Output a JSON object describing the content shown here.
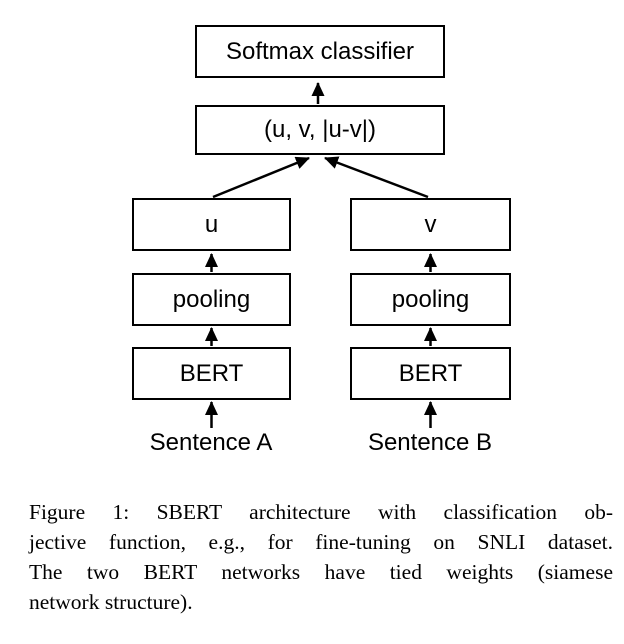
{
  "diagram": {
    "boxes": {
      "softmax": "Softmax classifier",
      "concat": "(u, v, |u-v|)",
      "u": "u",
      "v": "v",
      "pooling_left": "pooling",
      "pooling_right": "pooling",
      "bert_left": "BERT",
      "bert_right": "BERT"
    },
    "inputs": {
      "sentence_a": "Sentence A",
      "sentence_b": "Sentence B"
    }
  },
  "caption": {
    "lines": [
      "Figure 1: SBERT architecture with classification ob-",
      "jective function, e.g., for fine-tuning on SNLI dataset.",
      "The two BERT networks have tied weights (siamese",
      "network structure)."
    ]
  },
  "colors": {
    "ink": "#000000",
    "background": "#ffffff"
  }
}
